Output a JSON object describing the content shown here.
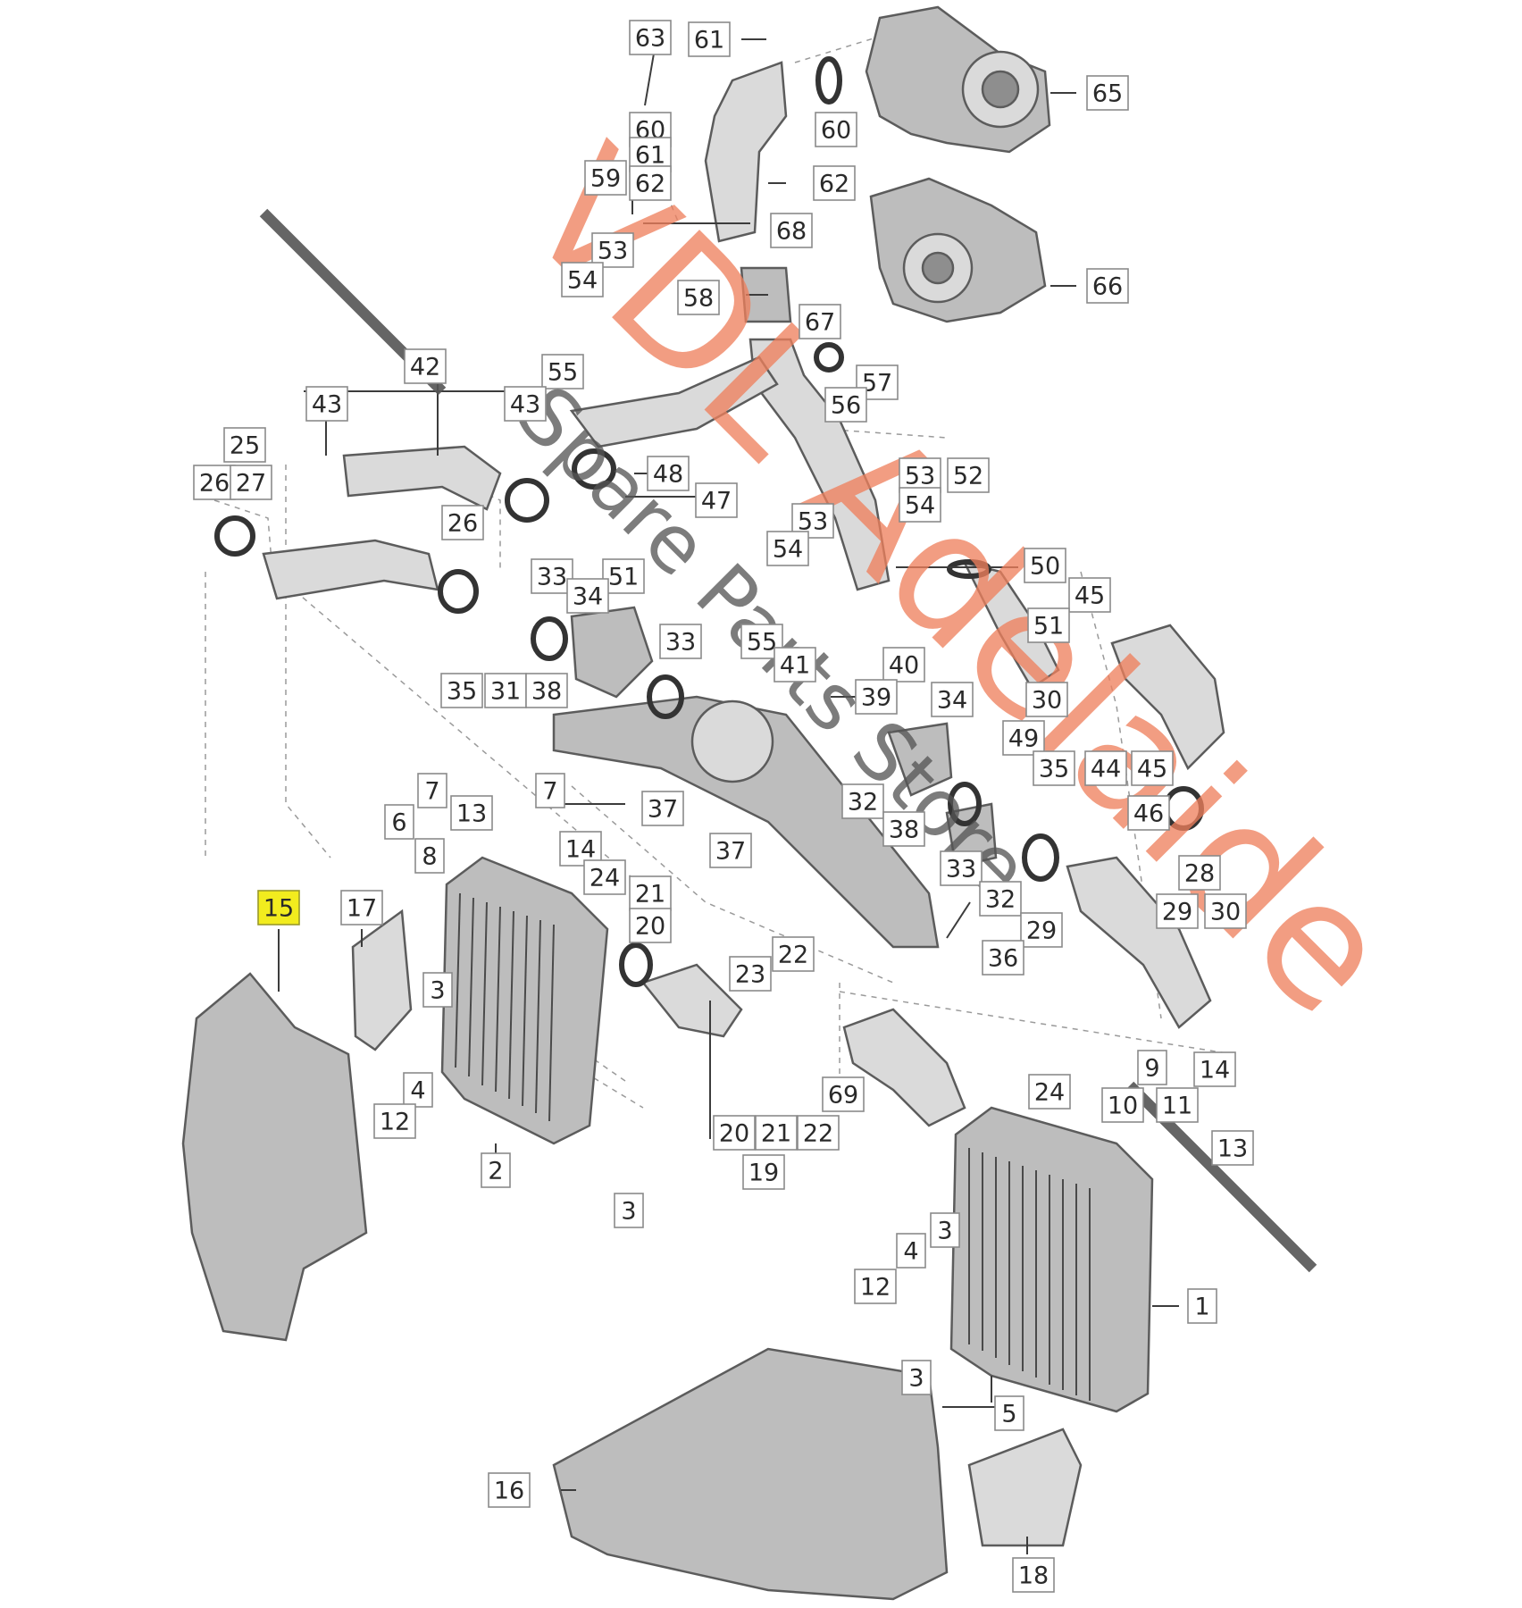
{
  "callouts": [
    {
      "id": "c63",
      "label": "63",
      "highlight": false
    },
    {
      "id": "c61",
      "label": "61",
      "highlight": false
    },
    {
      "id": "c65",
      "label": "65",
      "highlight": false
    },
    {
      "id": "c60a",
      "label": "60",
      "highlight": false
    },
    {
      "id": "c60b",
      "label": "60",
      "highlight": false
    },
    {
      "id": "c61b",
      "label": "61",
      "highlight": false
    },
    {
      "id": "c62b",
      "label": "62",
      "highlight": false
    },
    {
      "id": "c59",
      "label": "59",
      "highlight": false
    },
    {
      "id": "c62",
      "label": "62",
      "highlight": false
    },
    {
      "id": "c68",
      "label": "68",
      "highlight": false
    },
    {
      "id": "c66",
      "label": "66",
      "highlight": false
    },
    {
      "id": "c53a",
      "label": "53",
      "highlight": false
    },
    {
      "id": "c54a",
      "label": "54",
      "highlight": false
    },
    {
      "id": "c58",
      "label": "58",
      "highlight": false
    },
    {
      "id": "c67",
      "label": "67",
      "highlight": false
    },
    {
      "id": "c55",
      "label": "55",
      "highlight": false
    },
    {
      "id": "c57",
      "label": "57",
      "highlight": false
    },
    {
      "id": "c56",
      "label": "56",
      "highlight": false
    },
    {
      "id": "c42",
      "label": "42",
      "highlight": false
    },
    {
      "id": "c43a",
      "label": "43",
      "highlight": false
    },
    {
      "id": "c43b",
      "label": "43",
      "highlight": false
    },
    {
      "id": "c25",
      "label": "25",
      "highlight": false
    },
    {
      "id": "c26a",
      "label": "26",
      "highlight": false
    },
    {
      "id": "c27",
      "label": "27",
      "highlight": false
    },
    {
      "id": "c48",
      "label": "48",
      "highlight": false
    },
    {
      "id": "c47",
      "label": "47",
      "highlight": false
    },
    {
      "id": "c53b",
      "label": "53",
      "highlight": false
    },
    {
      "id": "c52",
      "label": "52",
      "highlight": false
    },
    {
      "id": "c54b",
      "label": "54",
      "highlight": false
    },
    {
      "id": "c26b",
      "label": "26",
      "highlight": false
    },
    {
      "id": "c53c",
      "label": "53",
      "highlight": false
    },
    {
      "id": "c54c",
      "label": "54",
      "highlight": false
    },
    {
      "id": "c50",
      "label": "50",
      "highlight": false
    },
    {
      "id": "c33a",
      "label": "33",
      "highlight": false
    },
    {
      "id": "c51a",
      "label": "51",
      "highlight": false
    },
    {
      "id": "c34a",
      "label": "34",
      "highlight": false
    },
    {
      "id": "c45a",
      "label": "45",
      "highlight": false
    },
    {
      "id": "c51b",
      "label": "51",
      "highlight": false
    },
    {
      "id": "c33b",
      "label": "33",
      "highlight": false
    },
    {
      "id": "c55b",
      "label": "55",
      "highlight": false
    },
    {
      "id": "c41",
      "label": "41",
      "highlight": false
    },
    {
      "id": "c40",
      "label": "40",
      "highlight": false
    },
    {
      "id": "c35a",
      "label": "35",
      "highlight": false
    },
    {
      "id": "c31",
      "label": "31",
      "highlight": false
    },
    {
      "id": "c38a",
      "label": "38",
      "highlight": false
    },
    {
      "id": "c39",
      "label": "39",
      "highlight": false
    },
    {
      "id": "c34b",
      "label": "34",
      "highlight": false
    },
    {
      "id": "c30a",
      "label": "30",
      "highlight": false
    },
    {
      "id": "c49",
      "label": "49",
      "highlight": false
    },
    {
      "id": "c7a",
      "label": "7",
      "highlight": false
    },
    {
      "id": "c7b",
      "label": "7",
      "highlight": false
    },
    {
      "id": "c35b",
      "label": "35",
      "highlight": false
    },
    {
      "id": "c44",
      "label": "44",
      "highlight": false
    },
    {
      "id": "c45b",
      "label": "45",
      "highlight": false
    },
    {
      "id": "c6",
      "label": "6",
      "highlight": false
    },
    {
      "id": "c13a",
      "label": "13",
      "highlight": false
    },
    {
      "id": "c37a",
      "label": "37",
      "highlight": false
    },
    {
      "id": "c32a",
      "label": "32",
      "highlight": false
    },
    {
      "id": "c46",
      "label": "46",
      "highlight": false
    },
    {
      "id": "c14a",
      "label": "14",
      "highlight": false
    },
    {
      "id": "c8",
      "label": "8",
      "highlight": false
    },
    {
      "id": "c38b",
      "label": "38",
      "highlight": false
    },
    {
      "id": "c37b",
      "label": "37",
      "highlight": false
    },
    {
      "id": "c33c",
      "label": "33",
      "highlight": false
    },
    {
      "id": "c28",
      "label": "28",
      "highlight": false
    },
    {
      "id": "c24a",
      "label": "24",
      "highlight": false
    },
    {
      "id": "c15",
      "label": "15",
      "highlight": true
    },
    {
      "id": "c17",
      "label": "17",
      "highlight": false
    },
    {
      "id": "c21a",
      "label": "21",
      "highlight": false
    },
    {
      "id": "c32b",
      "label": "32",
      "highlight": false
    },
    {
      "id": "c29a",
      "label": "29",
      "highlight": false
    },
    {
      "id": "c30b",
      "label": "30",
      "highlight": false
    },
    {
      "id": "c20a",
      "label": "20",
      "highlight": false
    },
    {
      "id": "c29b",
      "label": "29",
      "highlight": false
    },
    {
      "id": "c22a",
      "label": "22",
      "highlight": false
    },
    {
      "id": "c36",
      "label": "36",
      "highlight": false
    },
    {
      "id": "c23",
      "label": "23",
      "highlight": false
    },
    {
      "id": "c3a",
      "label": "3",
      "highlight": false
    },
    {
      "id": "c9",
      "label": "9",
      "highlight": false
    },
    {
      "id": "c14b",
      "label": "14",
      "highlight": false
    },
    {
      "id": "c4a",
      "label": "4",
      "highlight": false
    },
    {
      "id": "c69",
      "label": "69",
      "highlight": false
    },
    {
      "id": "c24b",
      "label": "24",
      "highlight": false
    },
    {
      "id": "c10",
      "label": "10",
      "highlight": false
    },
    {
      "id": "c11",
      "label": "11",
      "highlight": false
    },
    {
      "id": "c12a",
      "label": "12",
      "highlight": false
    },
    {
      "id": "c20b",
      "label": "20",
      "highlight": false
    },
    {
      "id": "c21b",
      "label": "21",
      "highlight": false
    },
    {
      "id": "c22b",
      "label": "22",
      "highlight": false
    },
    {
      "id": "c13b",
      "label": "13",
      "highlight": false
    },
    {
      "id": "c2",
      "label": "2",
      "highlight": false
    },
    {
      "id": "c19",
      "label": "19",
      "highlight": false
    },
    {
      "id": "c3b",
      "label": "3",
      "highlight": false
    },
    {
      "id": "c3c",
      "label": "3",
      "highlight": false
    },
    {
      "id": "c4b",
      "label": "4",
      "highlight": false
    },
    {
      "id": "c12b",
      "label": "12",
      "highlight": false
    },
    {
      "id": "c1",
      "label": "1",
      "highlight": false
    },
    {
      "id": "c3d",
      "label": "3",
      "highlight": false
    },
    {
      "id": "c5",
      "label": "5",
      "highlight": false
    },
    {
      "id": "c16",
      "label": "16",
      "highlight": false
    },
    {
      "id": "c18",
      "label": "18",
      "highlight": false
    }
  ],
  "watermark": {
    "line1": "VDL Adelaide",
    "line2": "Spare Parts Store",
    "color_primary": "#ef7f5c",
    "color_secondary": "#555555"
  },
  "colors": {
    "background": "#ffffff",
    "callout_border": "#8a8a8a",
    "highlight": "#f2ec1e",
    "part_fill": "#bdbdbd"
  }
}
